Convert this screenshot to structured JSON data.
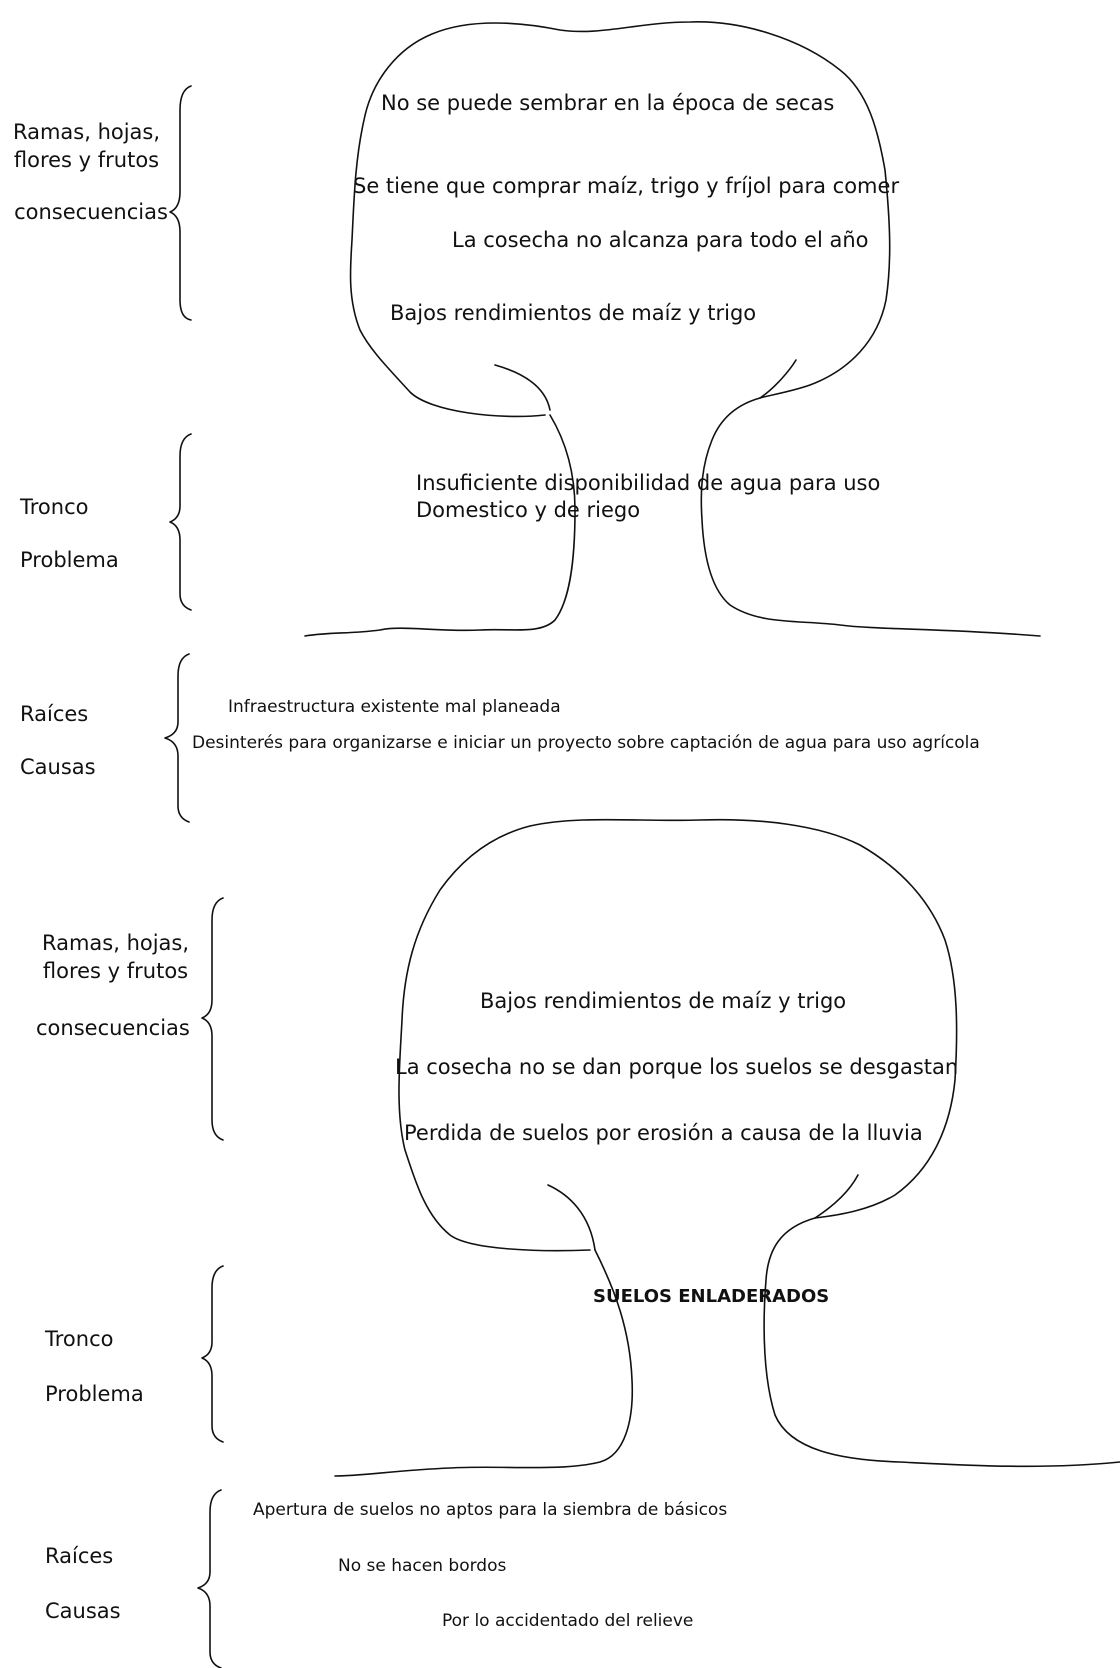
{
  "tree1": {
    "left_labels": {
      "branches_line1": "Ramas, hojas,",
      "branches_line2": "flores y frutos",
      "branches_role": "consecuencias",
      "trunk": "Tronco",
      "trunk_role": "Problema",
      "roots": "Raíces",
      "roots_role": "Causas"
    },
    "consequences": [
      "No se puede sembrar en la época de secas",
      "Se tiene que comprar maíz, trigo y fríjol para comer",
      "La cosecha no alcanza para todo el año",
      "Bajos rendimientos de maíz y trigo"
    ],
    "problem": [
      "Insuficiente disponibilidad de agua para uso",
      "Domestico y de riego"
    ],
    "causes": [
      "Infraestructura existente mal planeada",
      "Desinterés para organizarse e iniciar un proyecto sobre captación de agua  para uso agrícola"
    ]
  },
  "tree2": {
    "left_labels": {
      "branches_line1": "Ramas, hojas,",
      "branches_line2": "flores y frutos",
      "branches_role": "consecuencias",
      "trunk": "Tronco",
      "trunk_role": "Problema",
      "roots": "Raíces",
      "roots_role": "Causas"
    },
    "consequences": [
      "Bajos rendimientos de maíz y trigo",
      "La cosecha no se dan porque los suelos se desgastan",
      "Perdida de suelos por erosión a causa de la lluvia"
    ],
    "problem": "SUELOS ENLADERADOS",
    "causes": [
      "Apertura de suelos no aptos para la siembra de básicos",
      "No se hacen bordos",
      "Por lo accidentado del relieve"
    ]
  }
}
